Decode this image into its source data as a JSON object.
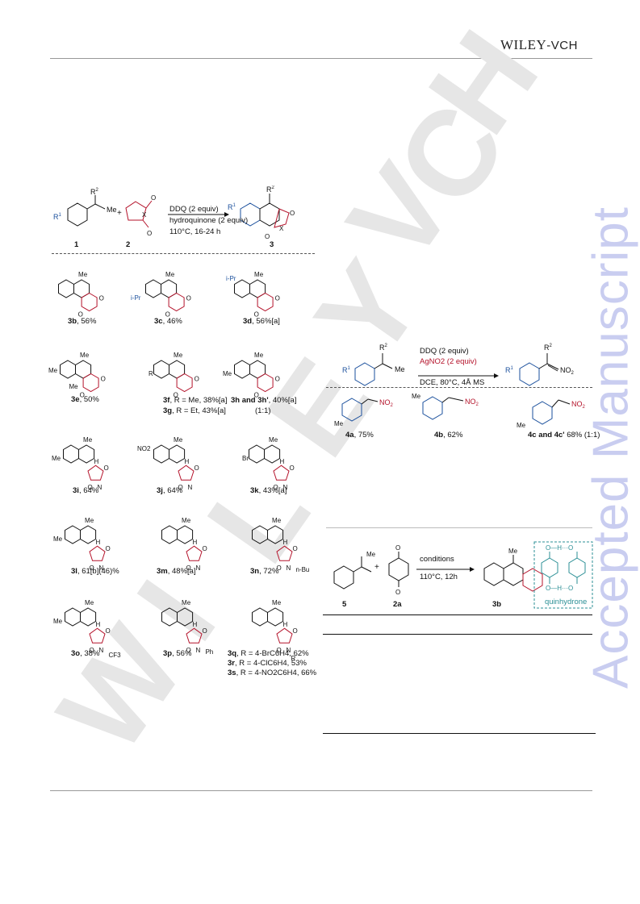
{
  "header": {
    "publisher_main": "WILEY",
    "publisher_suffix": "-VCH"
  },
  "watermark": {
    "side_text": "Accepted Manuscript",
    "diagonal_letters": [
      "W",
      "I",
      "L",
      "E",
      "Y",
      "V",
      "C",
      "H"
    ]
  },
  "scheme_main": {
    "reagent_1": "1",
    "reagent_2": "2",
    "product": "3",
    "condition_1": "DDQ (2 equiv)",
    "condition_2": "hydroquinone (2 equiv)",
    "condition_3": "110°C, 16-24 h",
    "r1_label": "R1",
    "r2_label": "R2",
    "x_label": "X",
    "me_label": "Me",
    "plus": "+"
  },
  "compounds": [
    {
      "id": "3b",
      "label_code": "3b",
      "yield": ", 56%"
    },
    {
      "id": "3c",
      "label_code": "3c",
      "yield": ", 46%"
    },
    {
      "id": "3d",
      "label_code": "3d",
      "yield": ", 56%[a]"
    },
    {
      "id": "3e",
      "label_code": "3e",
      "yield": ", 50%"
    },
    {
      "id": "3f",
      "label_code": "3f",
      "yield": ", R = Me, 38%[a]"
    },
    {
      "id": "3g",
      "label_code": "3g",
      "yield": ", R = Et, 43%[a]"
    },
    {
      "id": "3h",
      "label_code": "3h and 3h'",
      "yield": ", 40%[a]",
      "note": "(1:1)"
    },
    {
      "id": "3i",
      "label_code": "3i",
      "yield": ", 64%"
    },
    {
      "id": "3j",
      "label_code": "3j",
      "yield": ", 64%"
    },
    {
      "id": "3k",
      "label_code": "3k",
      "yield": ", 43%[a]"
    },
    {
      "id": "3l",
      "label_code": "3l",
      "yield": ", 61[b](46)%"
    },
    {
      "id": "3m",
      "label_code": "3m",
      "yield": ", 48%[a]"
    },
    {
      "id": "3n",
      "label_code": "3n",
      "yield": ", 72%"
    },
    {
      "id": "3o",
      "label_code": "3o",
      "yield": ", 38%"
    },
    {
      "id": "3p",
      "label_code": "3p",
      "yield": ", 56%"
    },
    {
      "id": "3q",
      "label_code": "3q",
      "yield": ", R = 4-BrC6H4, 62%"
    },
    {
      "id": "3r",
      "label_code": "3r",
      "yield": ", R = 4-ClC6H4, 53%"
    },
    {
      "id": "3s",
      "label_code": "3s",
      "yield": ", R = 4-NO2C6H4, 66%"
    }
  ],
  "structure_labels": {
    "me": "Me",
    "ipr": "i-Pr",
    "no2": "NO2",
    "br": "Br",
    "h": "H",
    "n": "N",
    "o": "O",
    "r": "R",
    "ph": "Ph",
    "nbu": "n-Bu",
    "cf3": "CF3"
  },
  "scheme_nitration": {
    "condition_1": "DDQ (2 equiv)",
    "condition_2": "AgNO2 (2 equiv)",
    "condition_3": "DCE, 80°C, 4Å MS",
    "products": [
      {
        "id": "4a",
        "label_code": "4a",
        "yield": ", 75%"
      },
      {
        "id": "4b",
        "label_code": "4b",
        "yield": ", 62%"
      },
      {
        "id": "4c",
        "label_code": "4c and 4c'",
        "yield": " 68% (1:1)"
      }
    ]
  },
  "scheme_control": {
    "reagent_1": "5",
    "reagent_2": "2a",
    "product": "3b",
    "condition_1": "conditions",
    "condition_2": "110°C, 12h",
    "complex_label": "quinhydrone"
  }
}
